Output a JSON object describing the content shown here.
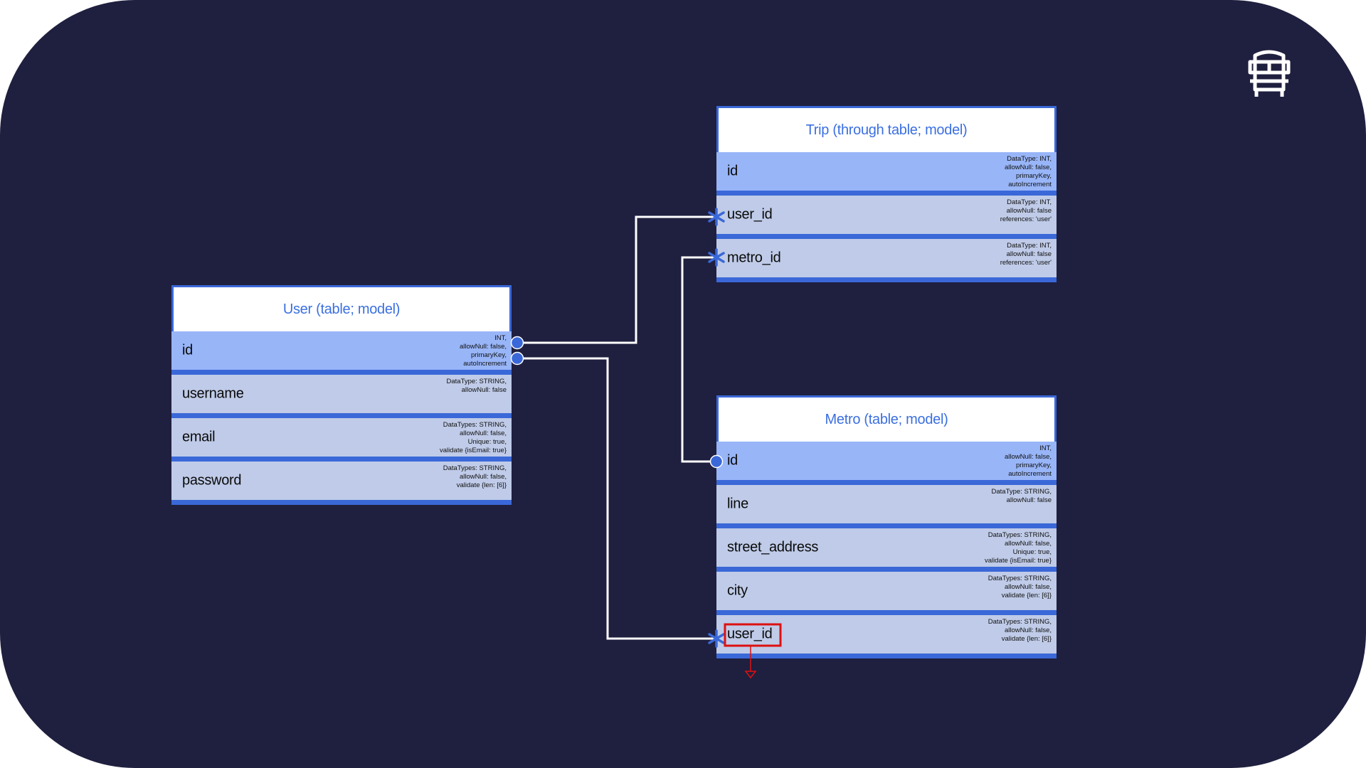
{
  "colors": {
    "background": "#1f1f3f",
    "table_border": "#3a68d8",
    "pk_row": "#98b5f8",
    "field_row": "#bfcbe8",
    "title_text": "#3b6fe0",
    "connector": "#ffffff",
    "highlight": "#dd1111"
  },
  "icons": {
    "corner": "bus-front-icon",
    "pk_endpoint": "circle-endpoint-icon",
    "fk_endpoint": "many-asterisk-icon"
  },
  "tables": {
    "user": {
      "title": "User (table; model)",
      "rows": [
        {
          "name": "id",
          "meta": "INT,\nallowNull: false,\nprimaryKey,\nautoIncrement"
        },
        {
          "name": "username",
          "meta": "DataType: STRING,\nallowNull: false"
        },
        {
          "name": "email",
          "meta": "DataTypes: STRING,\nallowNull: false,\nUnique: true,\nvalidate {isEmail: true}"
        },
        {
          "name": "password",
          "meta": "DataTypes: STRING,\nallowNull: false,\nvalidate {len: [6]}"
        }
      ]
    },
    "trip": {
      "title": "Trip (through table; model)",
      "rows": [
        {
          "name": "id",
          "meta": "DataType: INT,\nallowNull: false,\nprimaryKey,\nautoIncrement"
        },
        {
          "name": "user_id",
          "meta": "DataType: INT,\nallowNull: false\nreferences: 'user'"
        },
        {
          "name": "metro_id",
          "meta": "DataType: INT,\nallowNull: false\nreferences: 'user'"
        }
      ]
    },
    "metro": {
      "title": "Metro (table; model)",
      "rows": [
        {
          "name": "id",
          "meta": "INT,\nallowNull: false,\nprimaryKey,\nautoIncrement"
        },
        {
          "name": "line",
          "meta": "DataType: STRING,\nallowNull: false"
        },
        {
          "name": "street_address",
          "meta": "DataTypes: STRING,\nallowNull: false,\nUnique: true,\nvalidate {isEmail: true}"
        },
        {
          "name": "city",
          "meta": "DataTypes: STRING,\nallowNull: false,\nvalidate {len: [6]}"
        },
        {
          "name": "user_id",
          "meta": "DataTypes: STRING,\nallowNull: false,\nvalidate {len: [6]}"
        }
      ]
    }
  },
  "relationships": [
    {
      "from": "User.id",
      "to": "Trip.user_id",
      "cardinality": "one-to-many"
    },
    {
      "from": "Metro.id",
      "to": "Trip.metro_id",
      "cardinality": "one-to-many"
    },
    {
      "from": "User.id",
      "to": "Metro.user_id",
      "cardinality": "one-to-many"
    }
  ],
  "highlighted_field": "Metro.user_id"
}
